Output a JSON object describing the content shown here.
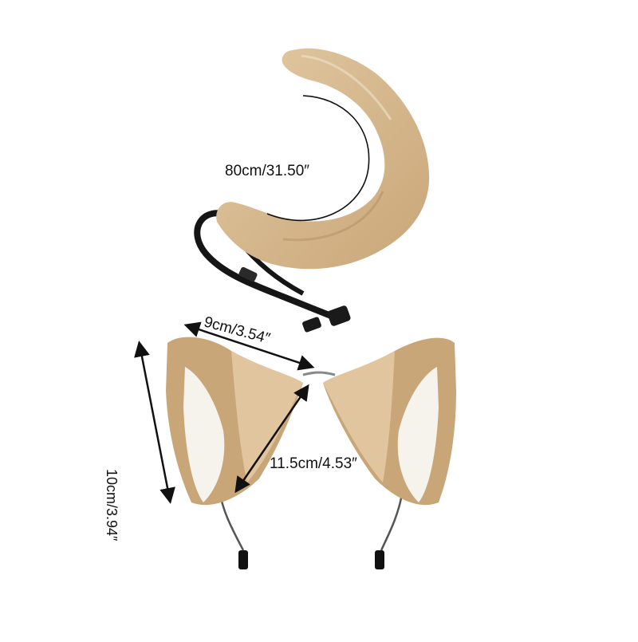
{
  "product": {
    "colors": {
      "fur": "#d7b88d",
      "fur_dark": "#b89468",
      "fur_light": "#ecdcc2",
      "inner_ear": "#f6f2ec",
      "strap": "#151515",
      "annotation": "#111111"
    }
  },
  "measurements": {
    "tail_length": "80cm/31.50″",
    "ear_width": "9cm/3.54″",
    "ear_height": "10cm/3.94″",
    "ear_diagonal": "11.5cm/4.53″"
  }
}
